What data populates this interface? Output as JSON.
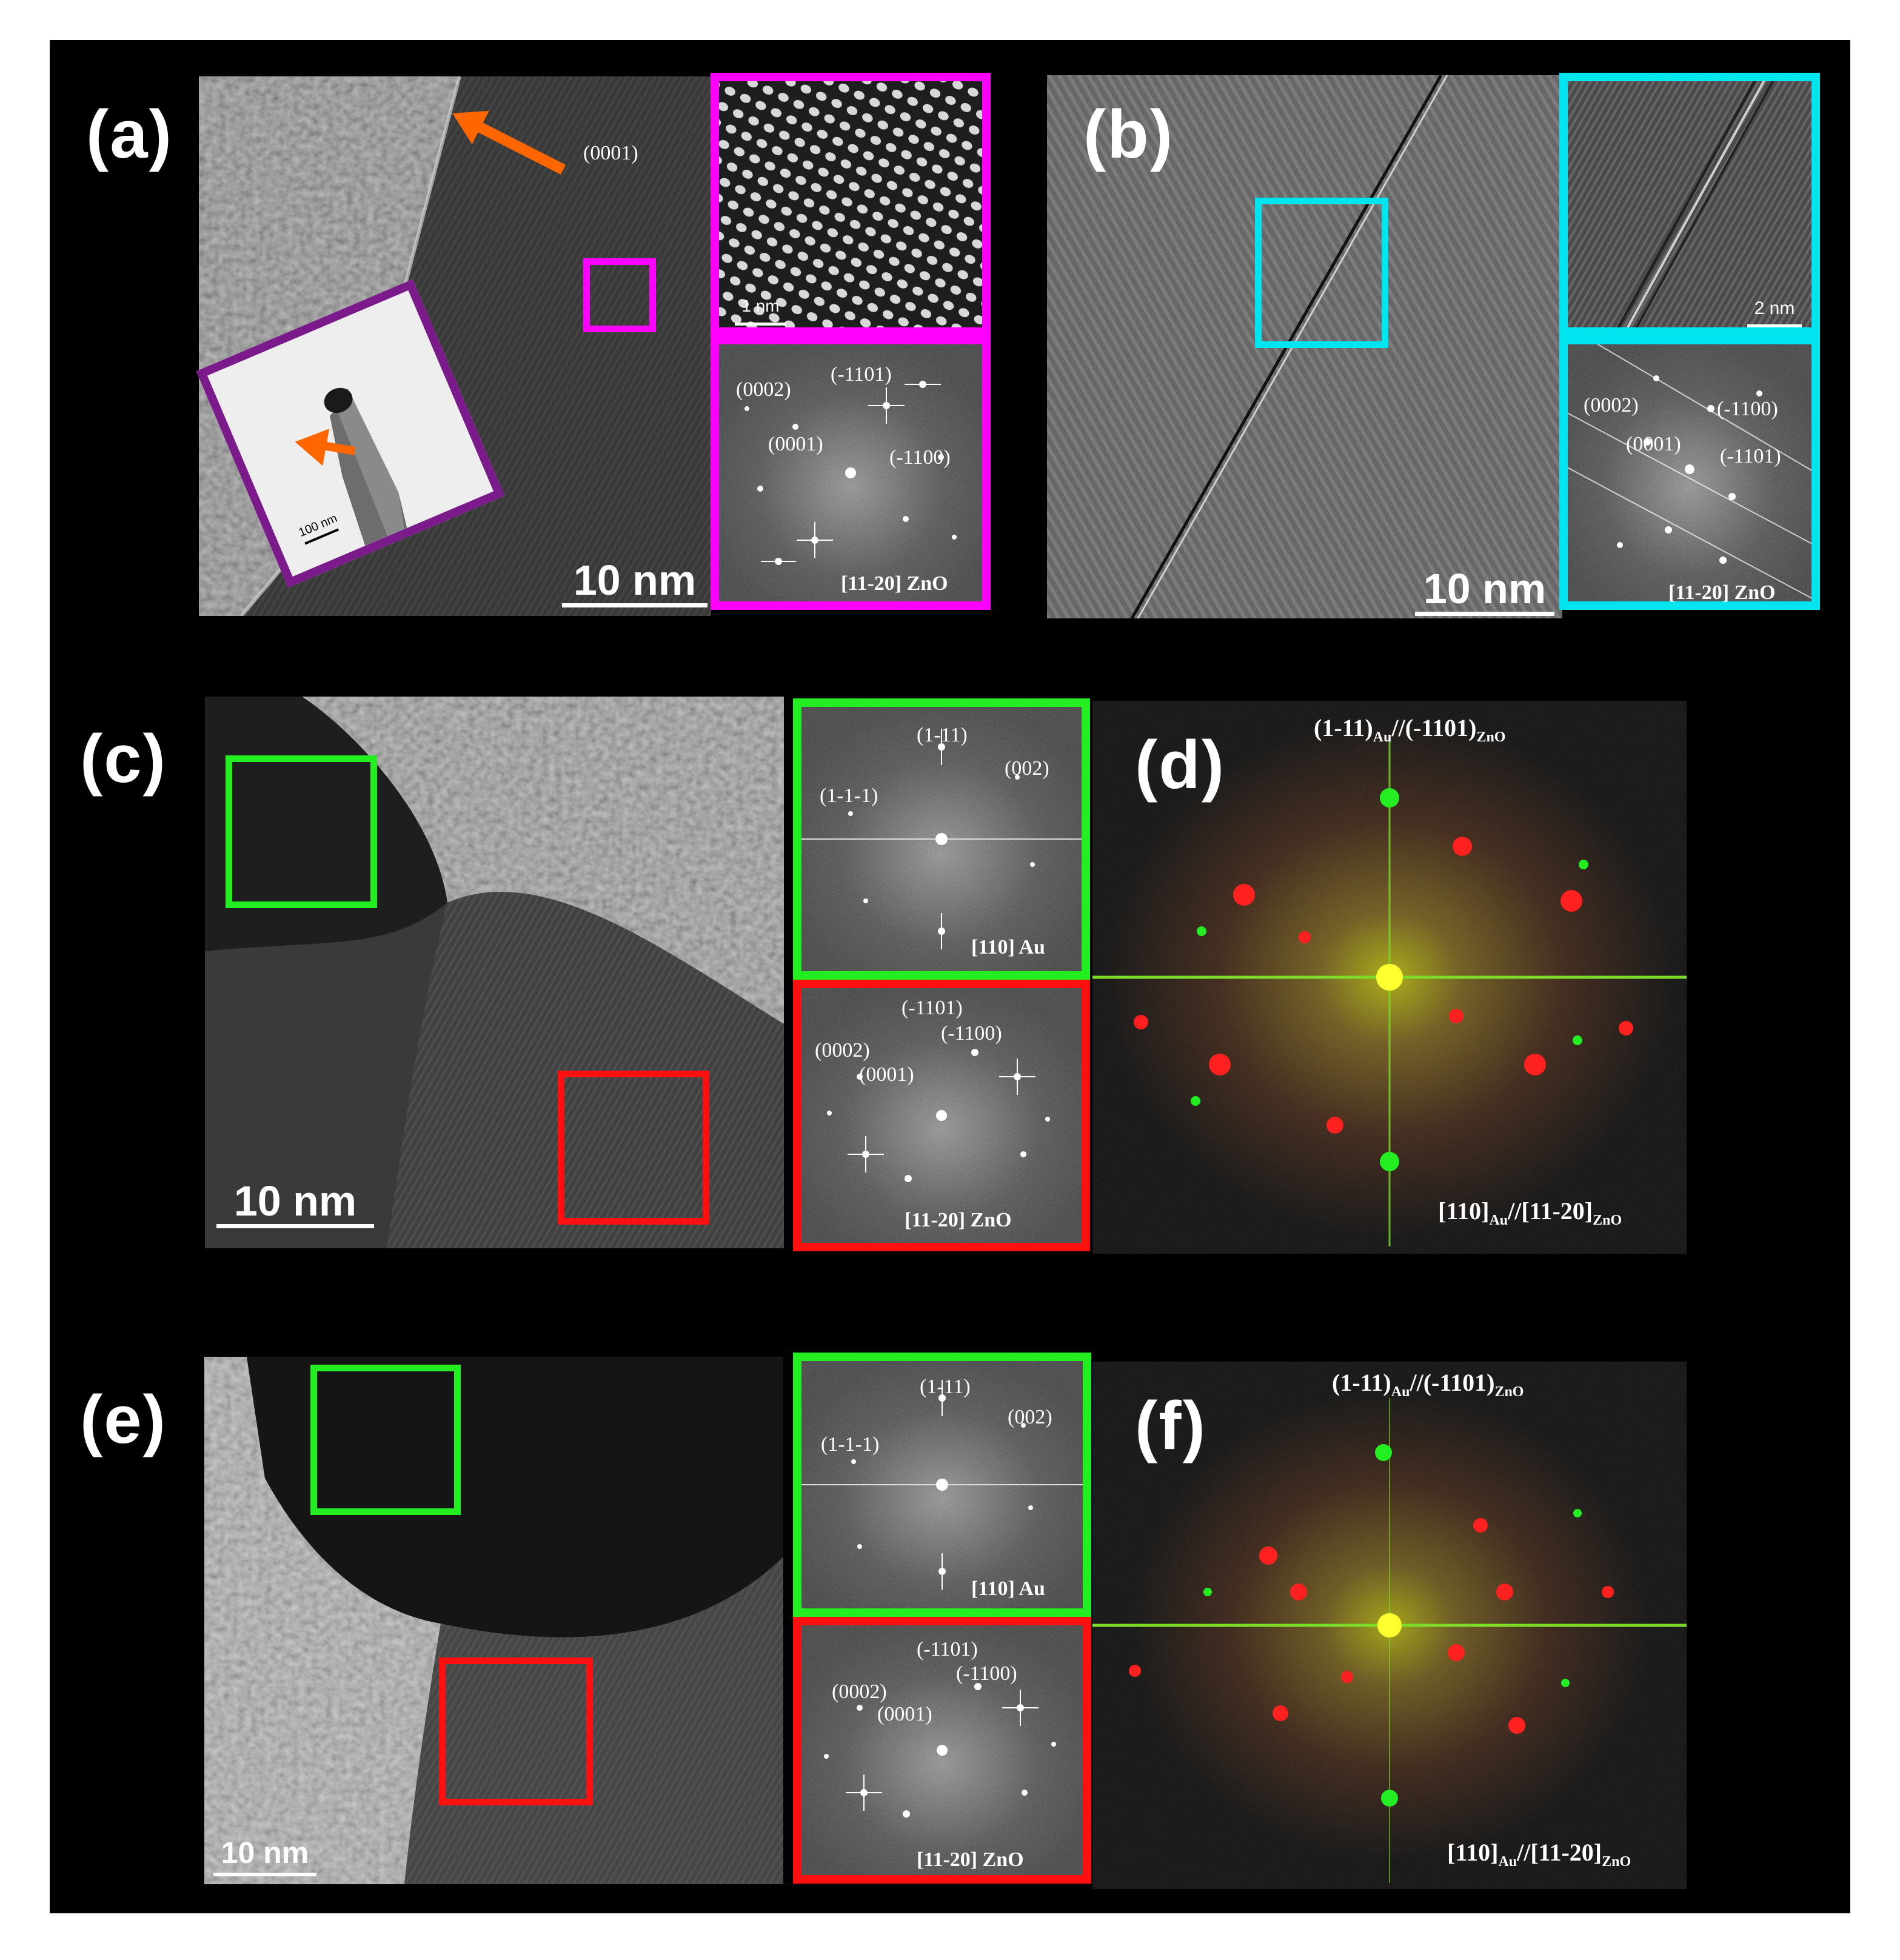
{
  "panels": {
    "a": {
      "label": "(a)",
      "arrow_label": "(0001)",
      "scale_bar": "10 nm",
      "inset_scale_bar": "100 nm",
      "hr_scale_bar": "1 nm",
      "fft_indices": [
        "(0002)",
        "(-1101)",
        "(0001)",
        "(-1100)"
      ],
      "zone_axis": "[11-20] ZnO"
    },
    "b": {
      "label": "(b)",
      "scale_bar": "10 nm",
      "hr_scale_bar": "2 nm",
      "fft_indices": [
        "(0002)",
        "(-1100)",
        "(0001)",
        "(-1101)"
      ],
      "zone_axis": "[11-20] ZnO"
    },
    "c": {
      "label": "(c)",
      "scale_bar": "10 nm",
      "au_fft_indices": [
        "(1-11)",
        "(002)",
        "(1-1-1)"
      ],
      "au_zone_axis": "[110] Au",
      "zno_fft_indices": [
        "(-1101)",
        "(-1100)",
        "(0002)",
        "(0001)"
      ],
      "zno_zone_axis": "[11-20] ZnO"
    },
    "d": {
      "label": "(d)",
      "top_plane": {
        "au": "(1-11)",
        "au_sub": "Au",
        "sep": "//",
        "zno": "(-1101)",
        "zno_sub": "ZnO"
      },
      "bottom_axis": {
        "au": "[110]",
        "au_sub": "Au",
        "sep": "//",
        "zno": "[11-20]",
        "zno_sub": "ZnO"
      }
    },
    "e": {
      "label": "(e)",
      "scale_bar": "10 nm",
      "au_fft_indices": [
        "(1-11)",
        "(002)",
        "(1-1-1)"
      ],
      "au_zone_axis": "[110] Au",
      "zno_fft_indices": [
        "(-1101)",
        "(-1100)",
        "(0002)",
        "(0001)"
      ],
      "zno_zone_axis": "[11-20] ZnO"
    },
    "f": {
      "label": "(f)",
      "top_plane": {
        "au": "(1-11)",
        "au_sub": "Au",
        "sep": "//",
        "zno": "(-1101)",
        "zno_sub": "ZnO"
      },
      "bottom_axis": {
        "au": "[110]",
        "au_sub": "Au",
        "sep": "//",
        "zno": "[11-20]",
        "zno_sub": "ZnO"
      }
    }
  },
  "colors": {
    "background": "#000000",
    "magenta_frame": "#ff00ff",
    "cyan_frame": "#00e5f0",
    "green_frame": "#22ee22",
    "red_frame": "#ff1010",
    "purple_frame": "#7b1a8a",
    "arrow": "#ff6600"
  }
}
